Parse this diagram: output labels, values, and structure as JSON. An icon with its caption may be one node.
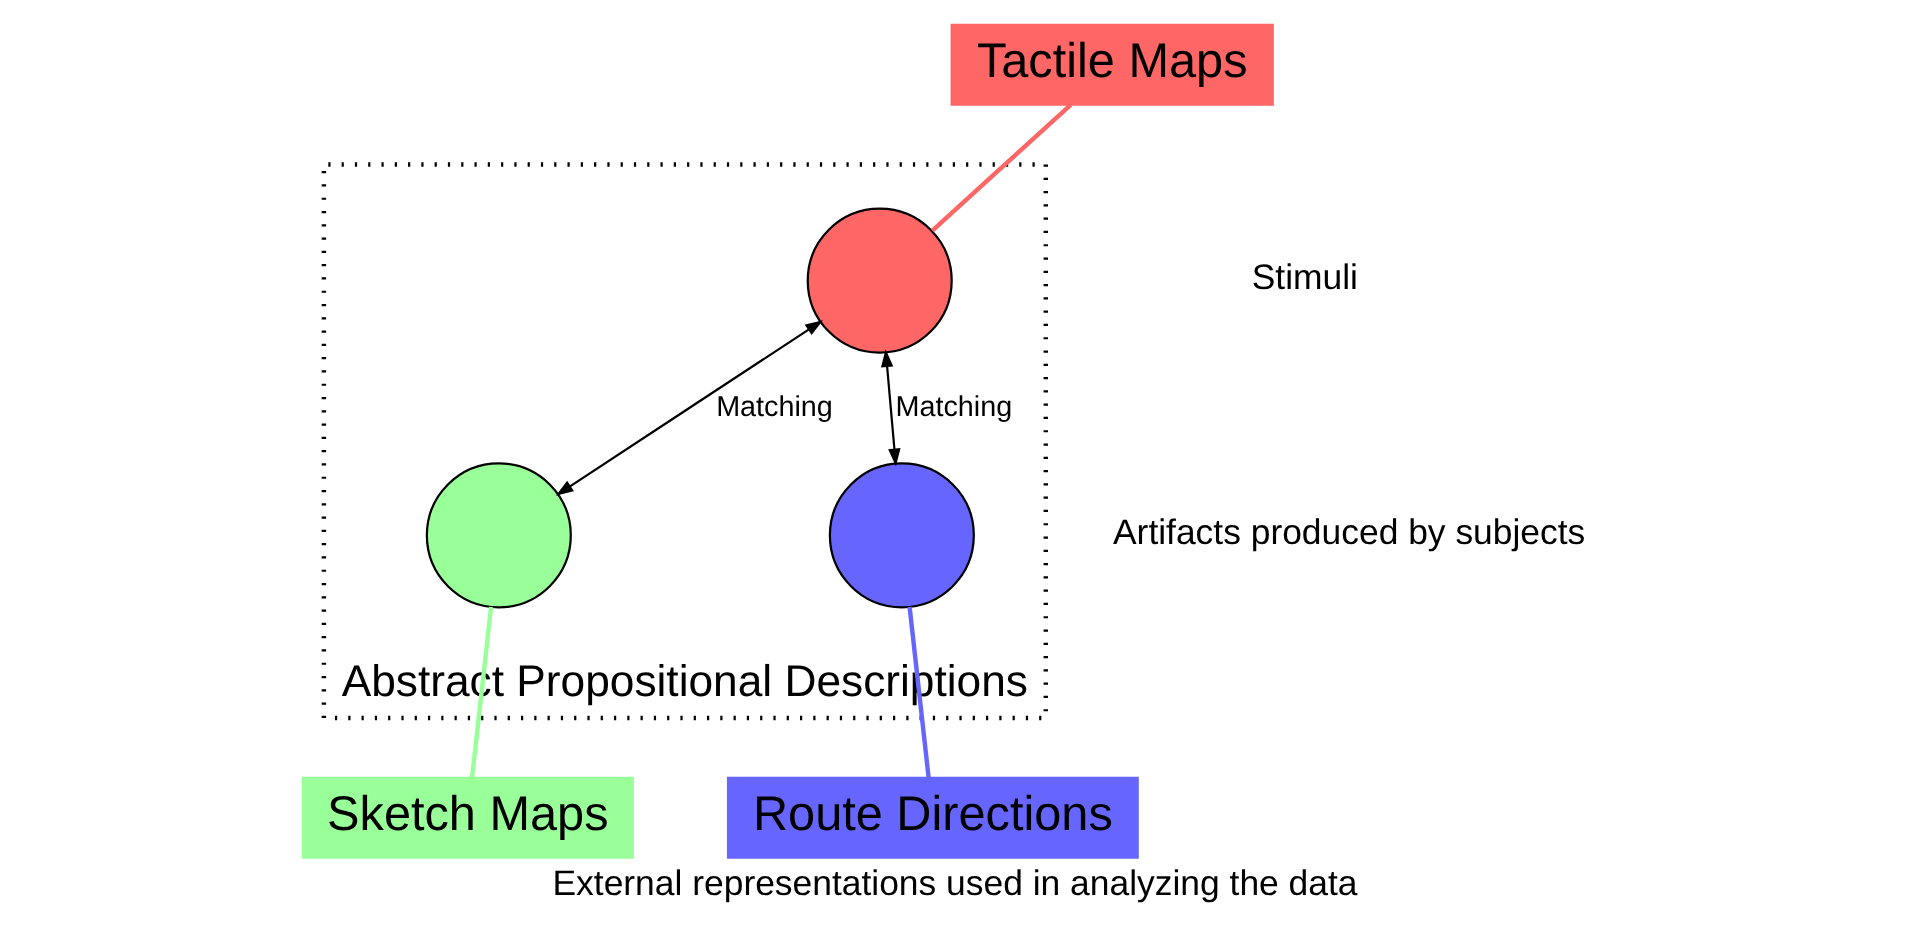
{
  "diagram": {
    "caption": "External representations used in analyzing the data",
    "nodes": [
      {
        "text": [
          "Abstract Propositional Descriptions"
        ]
      },
      {
        "text": [
          "Tactile Maps"
        ]
      },
      {
        "text": [],
        "shape": "circle",
        "in": 0
      },
      {
        "text": [],
        "shape": "circle",
        "in": 0
      },
      {
        "text": [],
        "shape": "circle",
        "in": 0
      },
      {
        "text": [
          "Sketch Maps"
        ]
      },
      {
        "text": [
          "Route Directions"
        ]
      }
    ],
    "edges": [
      {
        "from": 1,
        "to": 2,
        "arrow": "none",
        "color": "#ff6666"
      },
      {
        "from": 2,
        "to": 3,
        "arrow": "both",
        "label": "Matching"
      },
      {
        "from": 2,
        "to": 4,
        "arrow": "both",
        "label": "Matching"
      },
      {
        "from": 5,
        "to": 3,
        "arrow": "none",
        "color": "#99ff99"
      },
      {
        "from": 6,
        "to": 4,
        "arrow": "none",
        "color": "#6666ff"
      }
    ],
    "labels": [
      "Stimuli",
      "Artifacts produced by subjects"
    ]
  }
}
